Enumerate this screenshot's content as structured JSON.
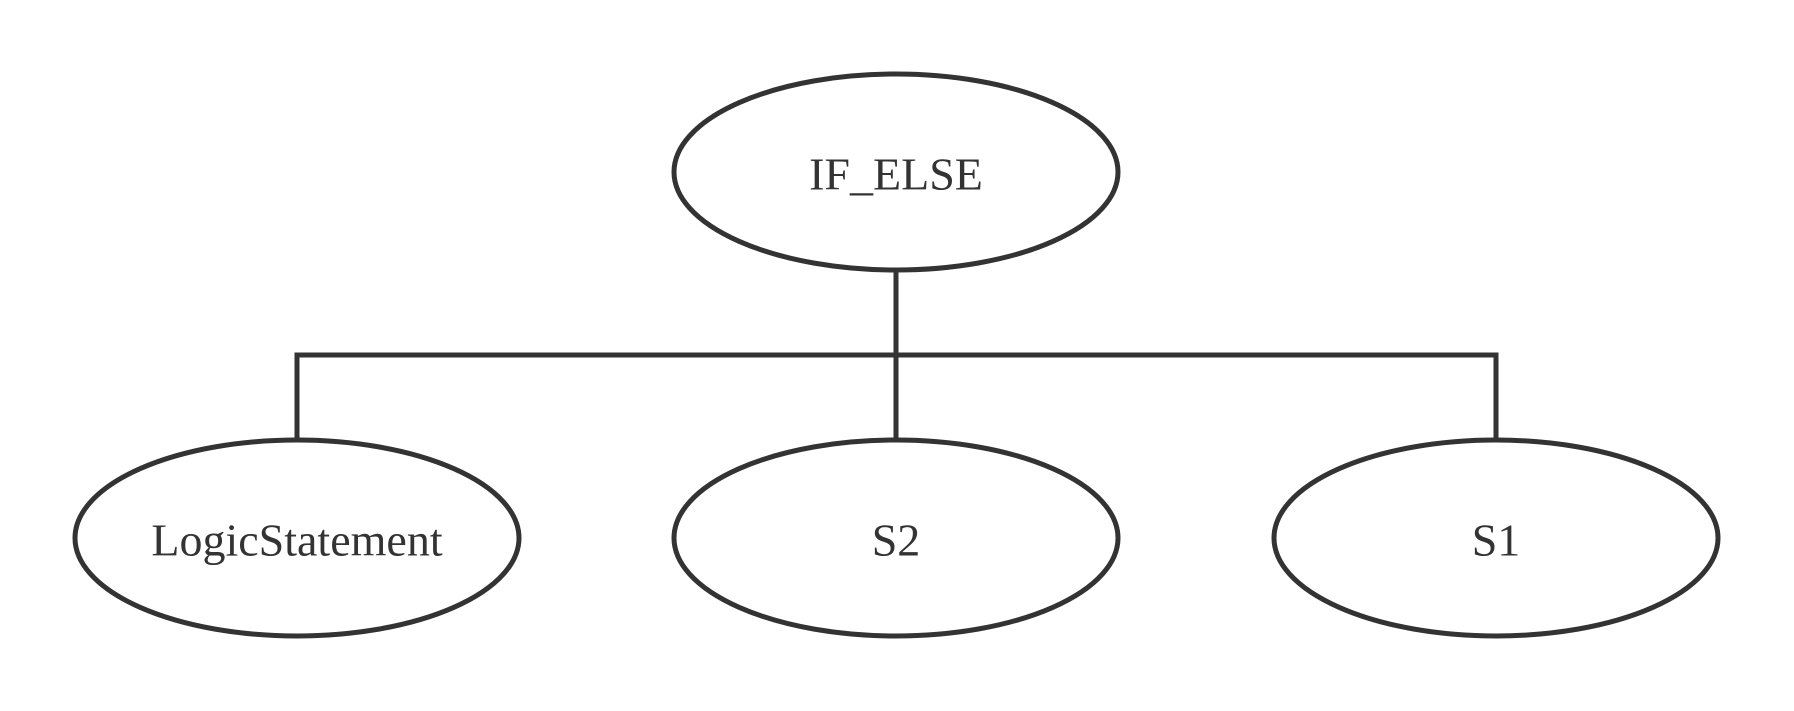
{
  "diagram": {
    "type": "tree",
    "stroke_color": "#333333",
    "root": {
      "label": "IF_ELSE"
    },
    "children": [
      {
        "label": "LogicStatement"
      },
      {
        "label": "S2"
      },
      {
        "label": "S1"
      }
    ]
  }
}
